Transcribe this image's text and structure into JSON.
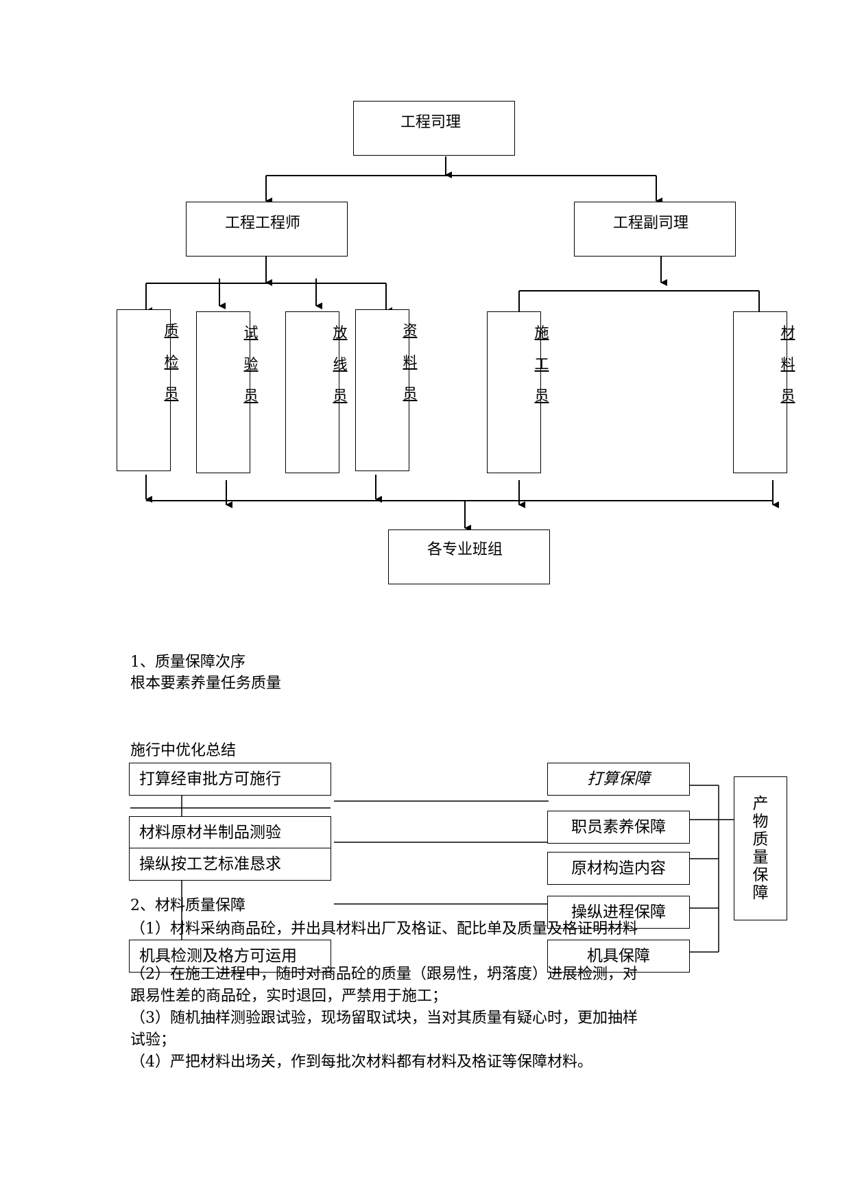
{
  "org_chart": {
    "manager": "工程司理",
    "engineer": "工程工程师",
    "deputy_manager": "工程副司理",
    "staff": [
      [
        "质",
        "检",
        "员"
      ],
      [
        "试",
        "验",
        "员"
      ],
      [
        "放",
        "线",
        "员"
      ],
      [
        "资",
        "料",
        "员"
      ],
      [
        "施",
        "工",
        "员"
      ],
      [
        "材",
        "料",
        "员"
      ]
    ],
    "teams": "各专业班组"
  },
  "section1": {
    "heading": "1、质量保障次序",
    "subheading": "根本要素养量任务质量",
    "label": "施行中优化总结"
  },
  "flow": {
    "left": [
      "打算经审批方可施行",
      "材料原材半制品测验",
      "操纵按工艺标准恳求",
      "机具检测及格方可运用"
    ],
    "right": [
      "打算保障",
      "职员素养保障",
      "原材构造内容",
      "操纵进程保障",
      "机具保障"
    ],
    "side": [
      "产",
      "物",
      "质",
      "量",
      "保",
      "障"
    ]
  },
  "section2": {
    "heading": "2、材料质量保障",
    "items": [
      "（1）材料采纳商品砼，并出具材料出厂及格证、配比单及质量及格证明材料",
      "（2）在施工进程中，随时对商品砼的质量（跟易性，坍落度）进展检测，对",
      "跟易性差的商品砼，实时退回，严禁用于施工；",
      "（3）随机抽样测验跟试验，现场留取试块，当对其质量有疑心时，更加抽样",
      "试验；",
      "（4）严把材料出场关，作到每批次材料都有材料及格证等保障材料。"
    ]
  }
}
